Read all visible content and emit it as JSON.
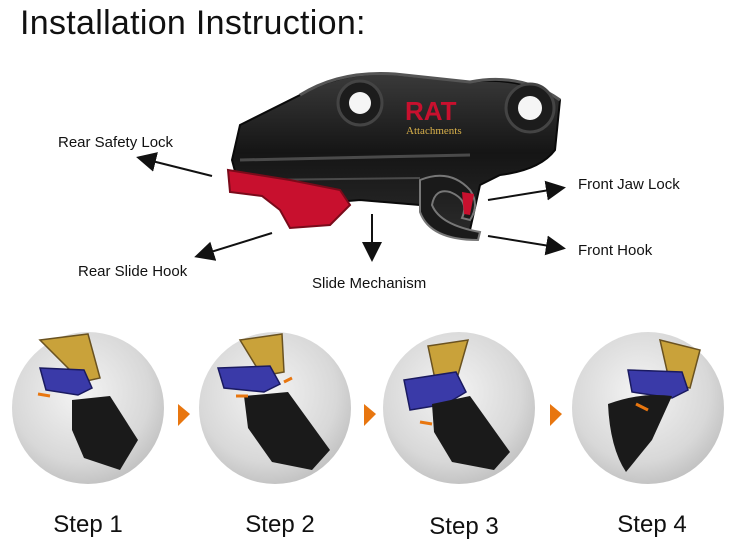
{
  "title": "Installation Instruction:",
  "brand": {
    "logo_text": "RAT",
    "logo_subtext": "Attachments",
    "accent_color": "#c8102e",
    "body_color": "#1a1a1a",
    "coupler_color": "#3a3aa8",
    "arm_color": "#c9a23a",
    "arrow_color": "#e8760f"
  },
  "callouts": {
    "rear_safety_lock": "Rear Safety Lock",
    "front_jaw_lock": "Front Jaw Lock",
    "front_hook": "Front Hook",
    "rear_slide_hook": "Rear Slide Hook",
    "slide_mechanism": "Slide Mechanism"
  },
  "steps": [
    {
      "label": "Step 1"
    },
    {
      "label": "Step 2"
    },
    {
      "label": "Step 3"
    },
    {
      "label": "Step 4"
    }
  ]
}
